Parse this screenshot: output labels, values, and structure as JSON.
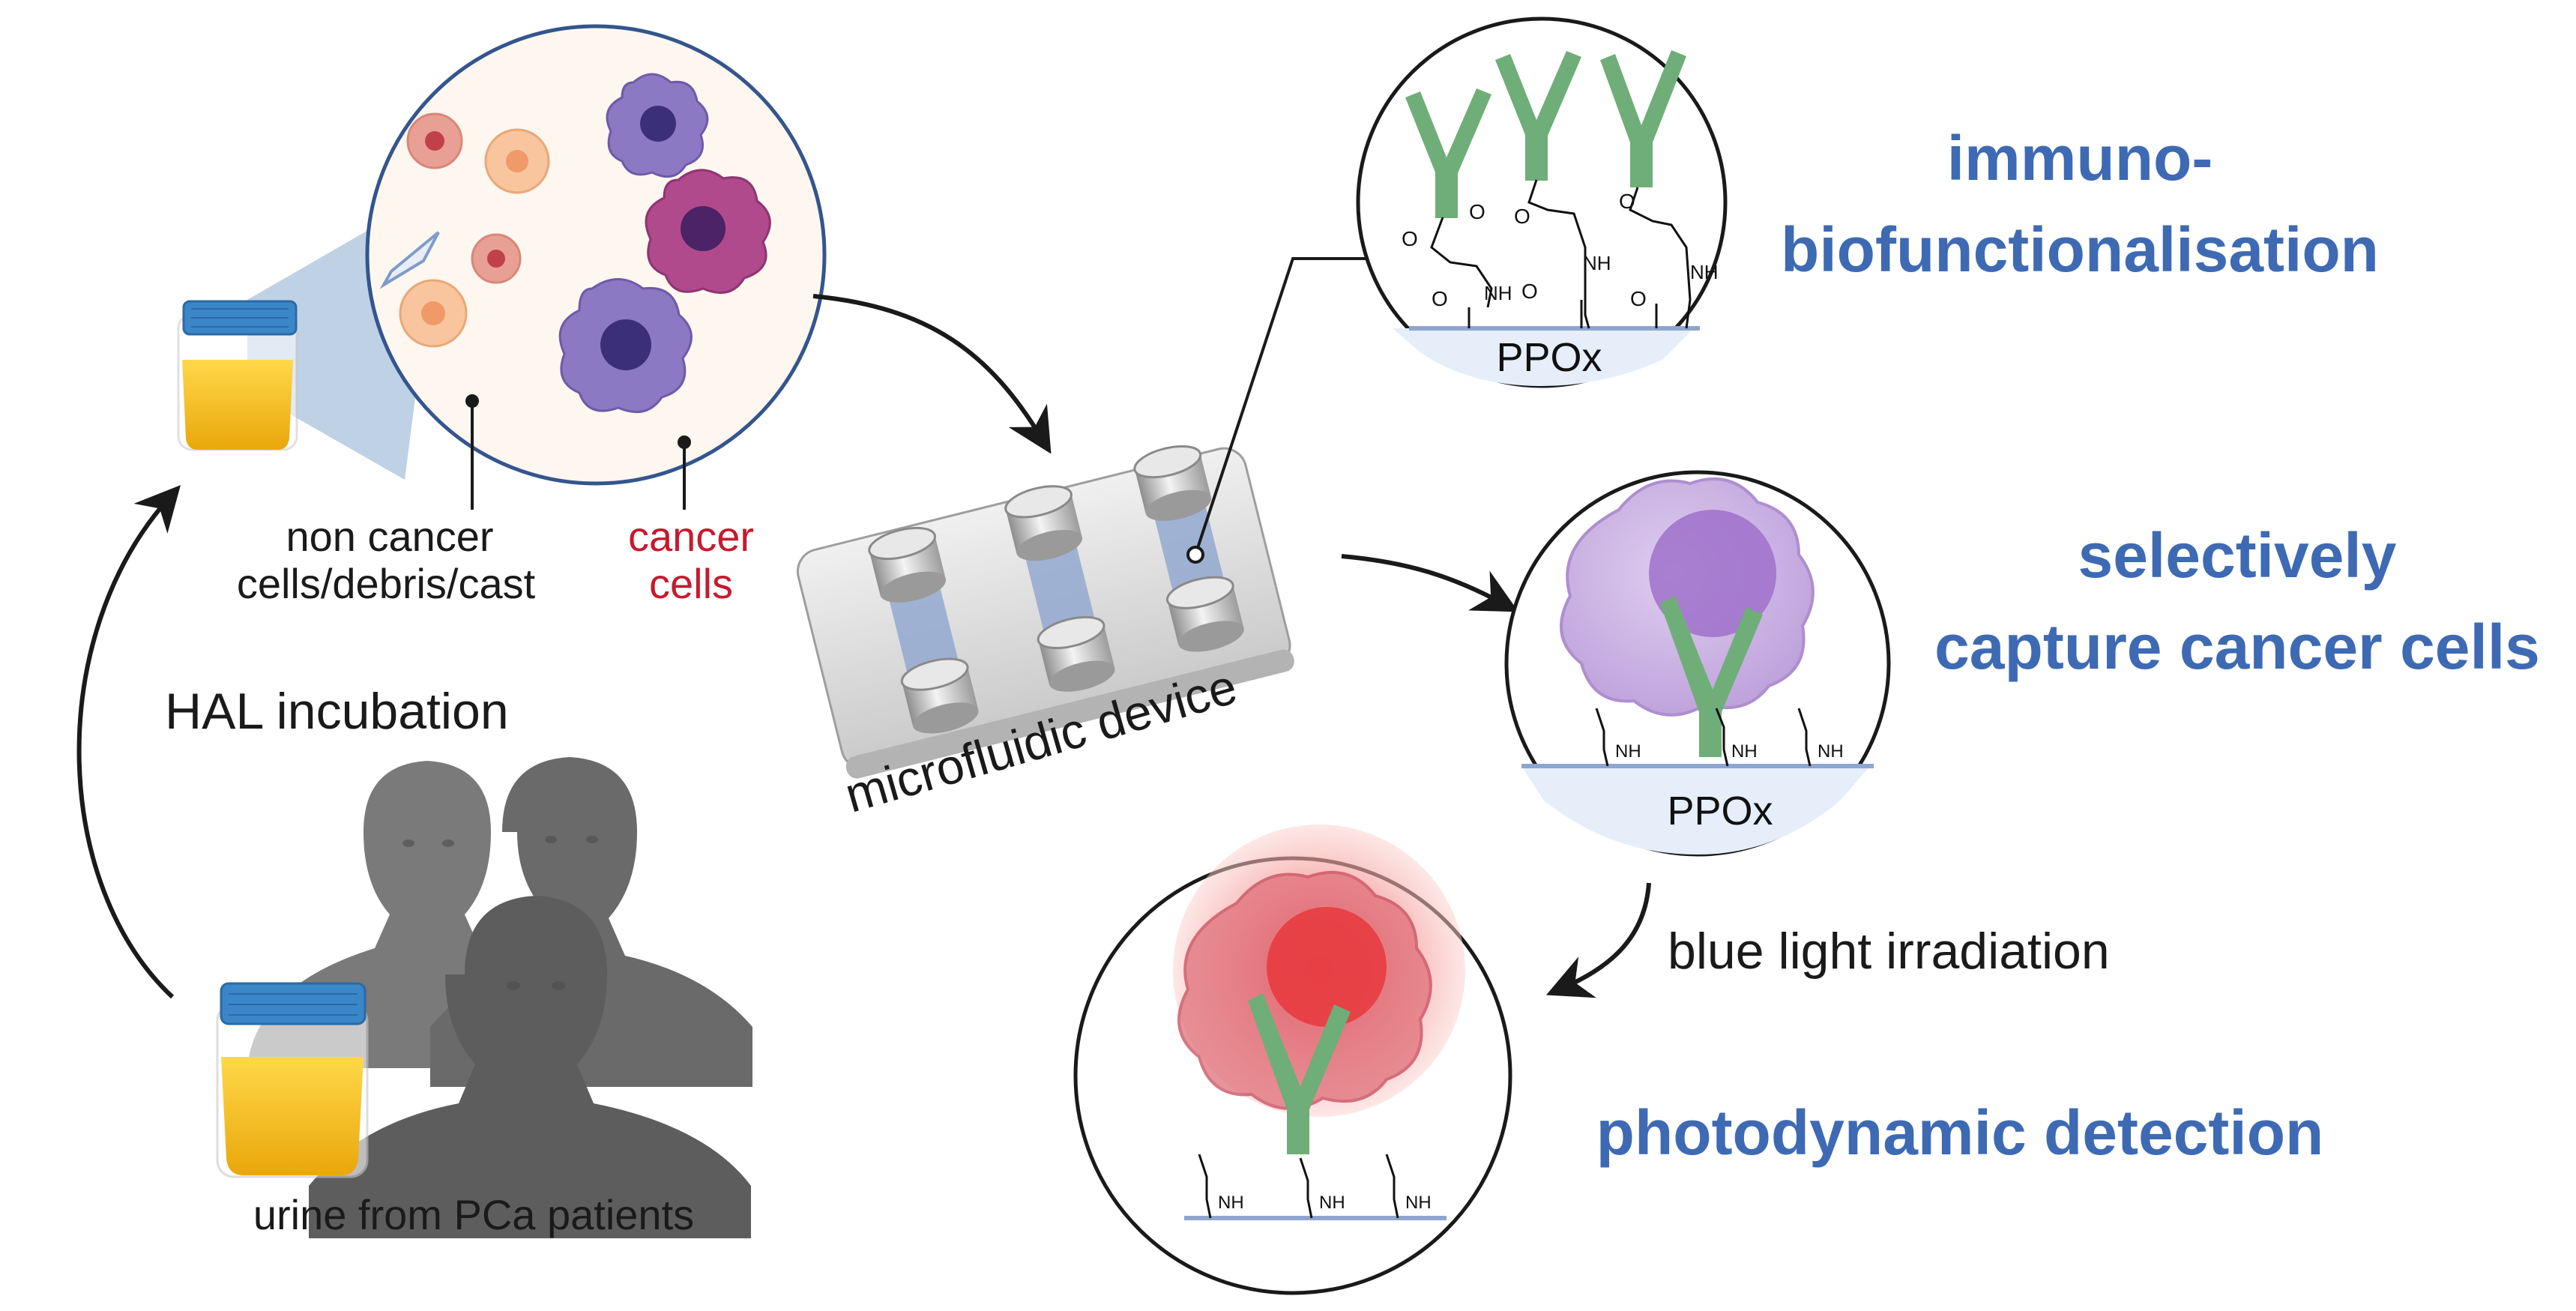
{
  "labels": {
    "non_cancer_line1": "non cancer",
    "non_cancer_line2": "cells/debris/cast",
    "cancer_line1": "cancer",
    "cancer_line2": "cells",
    "hal_incubation": "HAL incubation",
    "urine_source": "urine from PCa patients",
    "device": "microfluidic device",
    "immuno_line1": "immuno-",
    "immuno_line2": "biofunctionalisation",
    "capture_line1": "selectively",
    "capture_line2": "capture cancer cells",
    "blue_light": "blue light irradiation",
    "detection": "photodynamic detection",
    "ppox_top": "PPOx",
    "ppox_mid": "PPOx",
    "chem_o": "O",
    "chem_nh": "NH"
  },
  "colors": {
    "blue_heading": "#3e6ab4",
    "cancer_red": "#c8192e",
    "antibody_green": "#6fae78",
    "cancer_cell_purple": "#7a5fb0",
    "urine_yellow": "#f3b514",
    "jar_lid_blue": "#3a86c8",
    "glow_red": "#e8383d"
  }
}
